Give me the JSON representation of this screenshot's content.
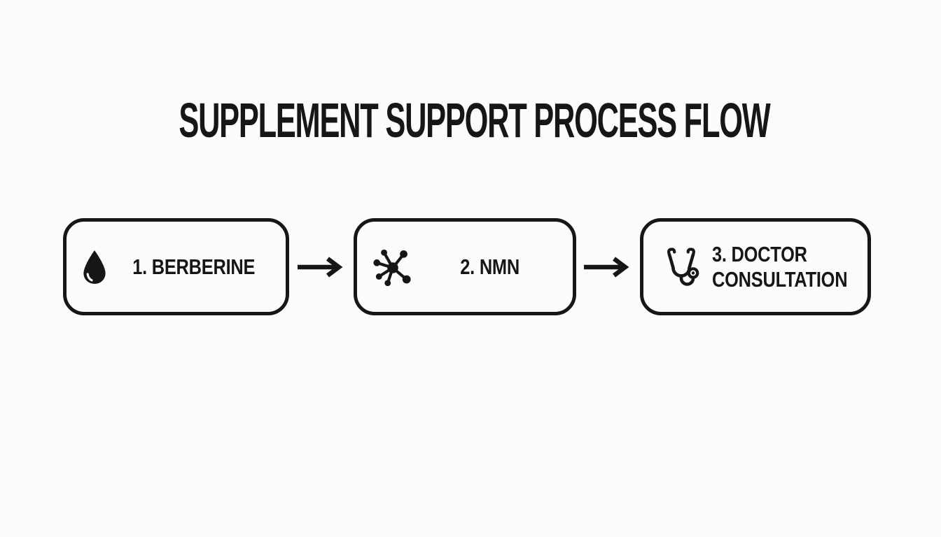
{
  "title": "SUPPLEMENT SUPPORT PROCESS FLOW",
  "colors": {
    "background": "#fbfcfc",
    "ink": "#161616"
  },
  "steps": [
    {
      "label": "1. BERBERINE",
      "icon": "droplet-icon"
    },
    {
      "label": "2. NMN",
      "icon": "molecule-icon"
    },
    {
      "label": "3. DOCTOR CONSULTATION",
      "icon": "stethoscope-icon"
    }
  ],
  "connectors": [
    {
      "icon": "arrow-right-icon"
    },
    {
      "icon": "arrow-right-icon"
    }
  ]
}
